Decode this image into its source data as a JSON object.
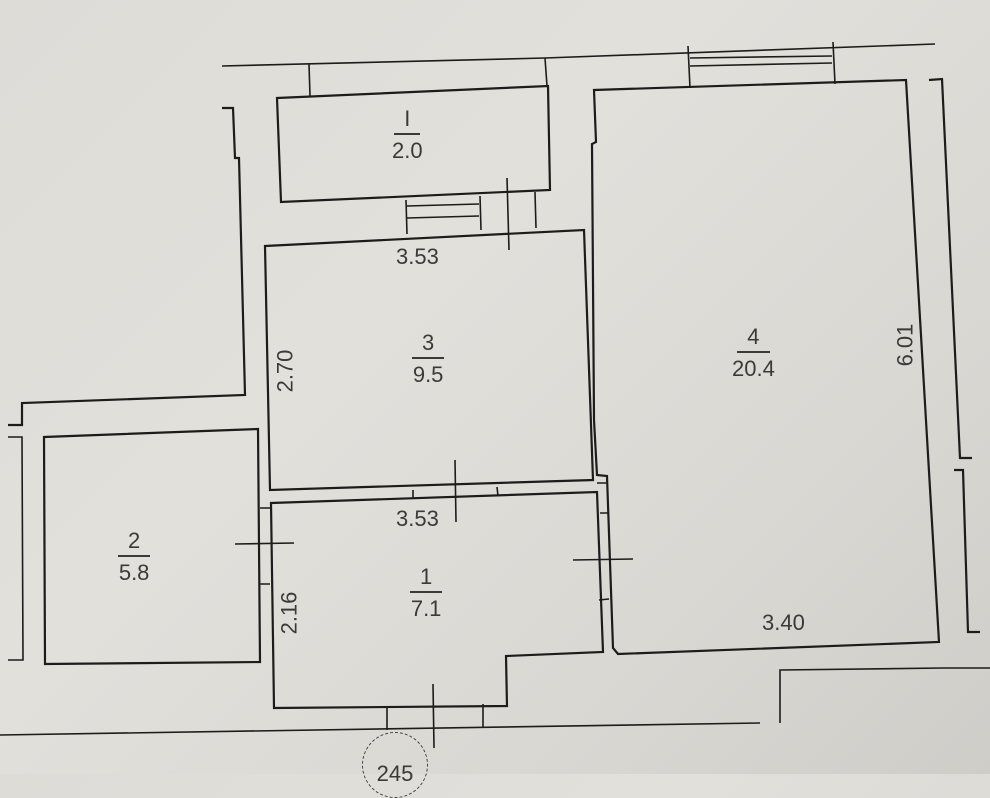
{
  "plan": {
    "rooms": [
      {
        "id": "loggia",
        "number": "I",
        "area": "2.0"
      },
      {
        "id": "room-3",
        "number": "3",
        "area": "9.5"
      },
      {
        "id": "room-4",
        "number": "4",
        "area": "20.4"
      },
      {
        "id": "room-2",
        "number": "2",
        "area": "5.8"
      },
      {
        "id": "room-1",
        "number": "1",
        "area": "7.1"
      }
    ],
    "dimensions": {
      "room3_width": "3.53",
      "room3_height": "2.70",
      "room1_width": "3.53",
      "room1_height": "2.16",
      "room4_width": "3.40",
      "room4_height": "6.01"
    },
    "marker": "245"
  },
  "colors": {
    "paper": "#dedcd7",
    "line": "#1c1c1c",
    "text": "#3a3a3a"
  }
}
